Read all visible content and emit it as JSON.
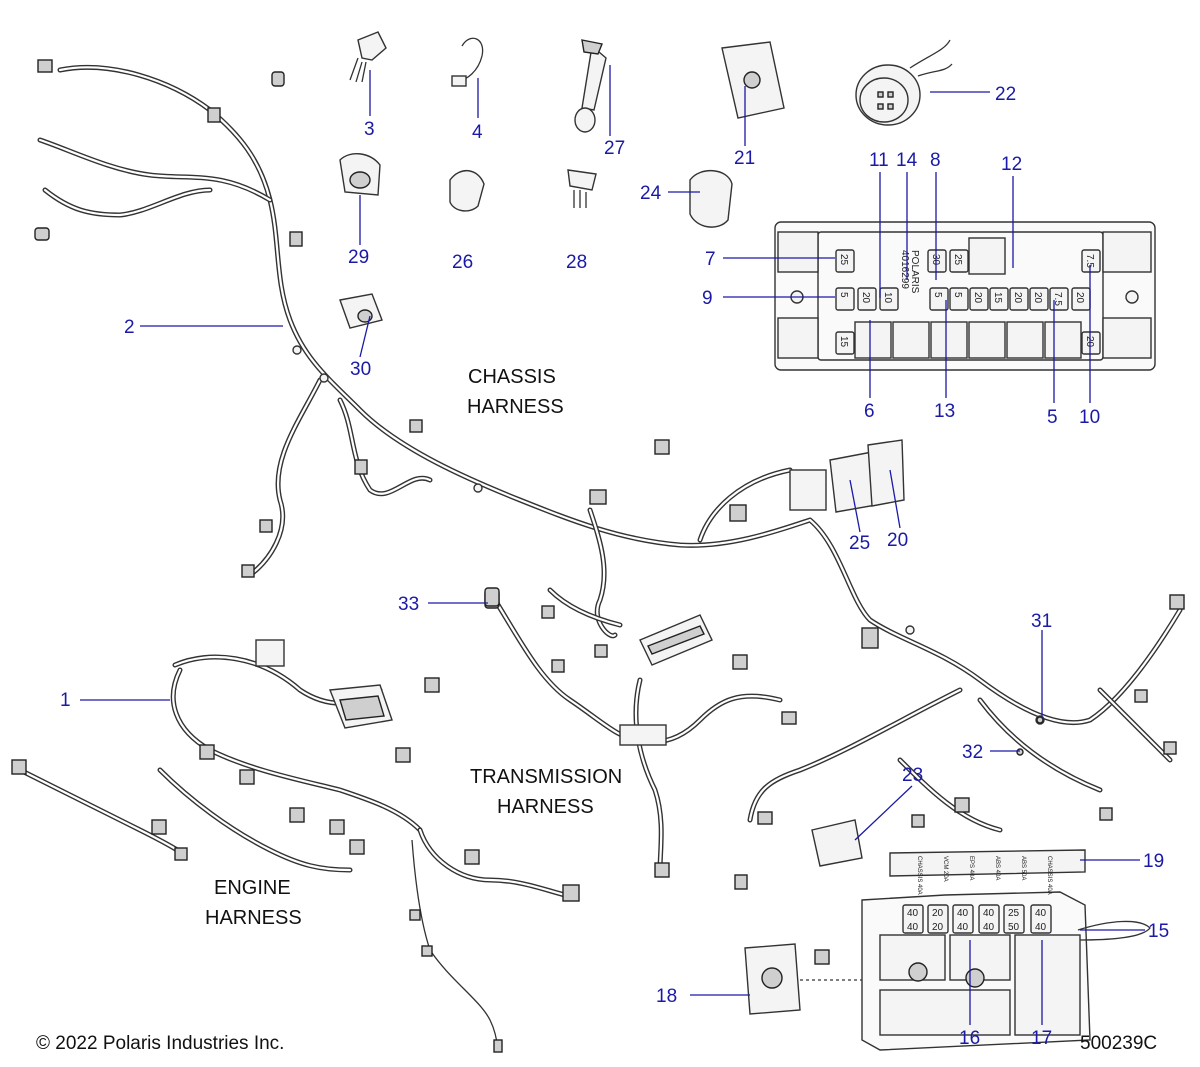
{
  "diagram": {
    "harness_labels": {
      "chassis_line1": "CHASSIS",
      "chassis_line2": "HARNESS",
      "transmission_line1": "TRANSMISSION",
      "transmission_line2": "HARNESS",
      "engine_line1": "ENGINE",
      "engine_line2": "HARNESS"
    },
    "callouts": {
      "c1": "1",
      "c2": "2",
      "c3": "3",
      "c4": "4",
      "c5": "5",
      "c6": "6",
      "c7": "7",
      "c8": "8",
      "c9": "9",
      "c10": "10",
      "c11": "11",
      "c12": "12",
      "c13": "13",
      "c14": "14",
      "c15": "15",
      "c16": "16",
      "c17": "17",
      "c18": "18",
      "c19": "19",
      "c20": "20",
      "c21": "21",
      "c22": "22",
      "c23": "23",
      "c24": "24",
      "c25": "25",
      "c26": "26",
      "c27": "27",
      "c28": "28",
      "c29": "29",
      "c30": "30",
      "c31": "31",
      "c32": "32",
      "c33": "33"
    },
    "fuse_box_upper": {
      "brand": "POLARIS",
      "part_number": "4016299",
      "ratings": [
        "25",
        "30",
        "25",
        "7.5",
        "5",
        "20",
        "10",
        "5",
        "5",
        "20",
        "15",
        "20",
        "20",
        "7.5",
        "20",
        "15",
        "20"
      ]
    },
    "fuse_box_lower": {
      "ratings": [
        "40",
        "40",
        "20",
        "20",
        "40",
        "40",
        "40",
        "40",
        "25",
        "50",
        "40",
        "40"
      ]
    },
    "fuse_label_strip": [
      "CHASSIS 40A",
      "VCM 20A",
      "EPS 40A",
      "ABS 40A",
      "ABS 50A",
      "CHASSIS 40A"
    ],
    "copyright": "© 2022 Polaris Industries Inc.",
    "drawing_number": "500239C"
  }
}
